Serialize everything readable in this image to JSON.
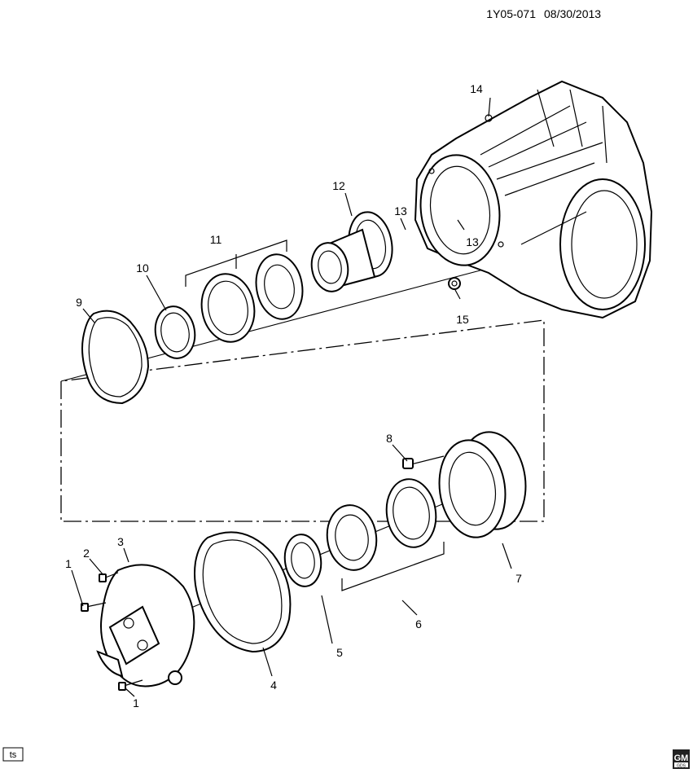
{
  "header": {
    "diagram_id": "1Y05-071",
    "date": "08/30/2013"
  },
  "callouts": {
    "c1a": "1",
    "c1b": "1",
    "c2": "2",
    "c3": "3",
    "c4": "4",
    "c5": "5",
    "c6": "6",
    "c7": "7",
    "c8": "8",
    "c9": "9",
    "c10": "10",
    "c11": "11",
    "c12": "12",
    "c13a": "13",
    "c13b": "13",
    "c14": "14",
    "c15": "15"
  },
  "footer": {
    "ts_badge": "ts",
    "logo_top": "GM",
    "logo_bottom": "GDS"
  }
}
